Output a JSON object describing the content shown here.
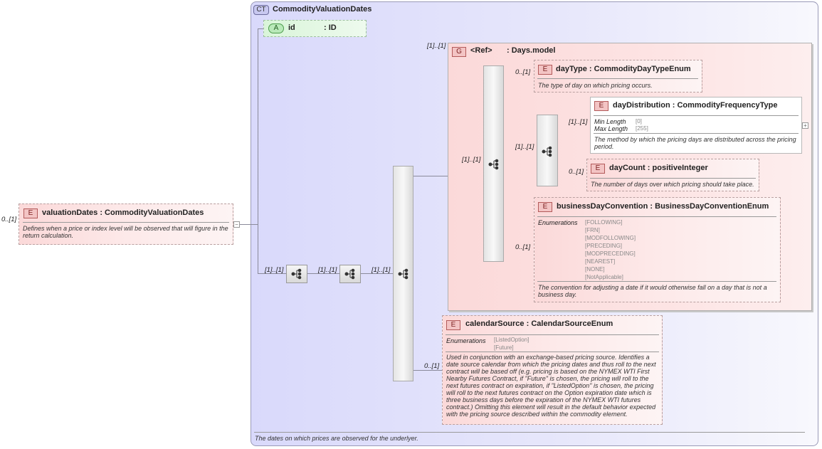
{
  "ct": {
    "badge": "CT",
    "name": "CommodityValuationDates",
    "doc": "The dates on which prices are observed for the underlyer."
  },
  "root": {
    "badge": "E",
    "mult": "0..[1]",
    "name": "valuationDates",
    "type": ": CommodityValuationDates",
    "doc": "Defines when a price or index level will be observed that will figure in the return calculation."
  },
  "attr": {
    "badge": "A",
    "name": "id",
    "type": ": ID"
  },
  "seq_mults": {
    "s1": "[1]..[1]",
    "s2": "[1]..[1]",
    "s3": "[1]..[1]"
  },
  "group": {
    "badge": "G",
    "mult": "[1]..[1]",
    "name": "<Ref>",
    "type": ": Days.model"
  },
  "inner_seq_mult": "[1]..[1]",
  "dayType": {
    "badge": "E",
    "mult": "0..[1]",
    "name": "dayType",
    "type": ": CommodityDayTypeEnum",
    "doc": "The type of day on which pricing occurs."
  },
  "sub_seq_mult": "[1]..[1]",
  "dayDistribution": {
    "badge": "E",
    "mult": "[1]..[1]",
    "name": "dayDistribution",
    "type": ": CommodityFrequencyType",
    "props": [
      {
        "k": "Min Length",
        "v": "[0]"
      },
      {
        "k": "Max Length",
        "v": "[255]"
      }
    ],
    "doc": "The method by which the pricing days are distributed across the pricing period."
  },
  "dayCount": {
    "badge": "E",
    "mult": "0..[1]",
    "name": "dayCount",
    "type": ": positiveInteger",
    "doc": "The number of days over which pricing should take place."
  },
  "businessDayConvention": {
    "badge": "E",
    "mult": "0..[1]",
    "name": "businessDayConvention",
    "type": ": BusinessDayConventionEnum",
    "enum_label": "Enumerations",
    "enums": [
      "[FOLLOWING]",
      "[FRN]",
      "[MODFOLLOWING]",
      "[PRECEDING]",
      "[MODPRECEDING]",
      "[NEAREST]",
      "[NONE]",
      "[NotApplicable]"
    ],
    "doc": "The convention for adjusting a date if it would otherwise fall on a day that is not a business day."
  },
  "calendarSource": {
    "badge": "E",
    "mult": "0..[1]",
    "name": "calendarSource",
    "type": ": CalendarSourceEnum",
    "enum_label": "Enumerations",
    "enums": [
      "[ListedOption]",
      "[Future]"
    ],
    "doc": "Used in conjunction with an exchange-based pricing source. Identifies a date source calendar from which the pricing dates and thus roll to the next contract will be based off (e.g. pricing is based on the NYMEX WTI First Nearby Futures Contract, if \"Future\" is chosen, the pricing will roll to the next futures contract on expiration, if \"ListedOption\" is chosen, the pricing will roll to the next futures contract on the Option expiration date which is three business days before the expiration of the NYMEX WTI futures contract.) Omitting this element will result in the default behavior expected with the pricing source described within the commodity element."
  }
}
